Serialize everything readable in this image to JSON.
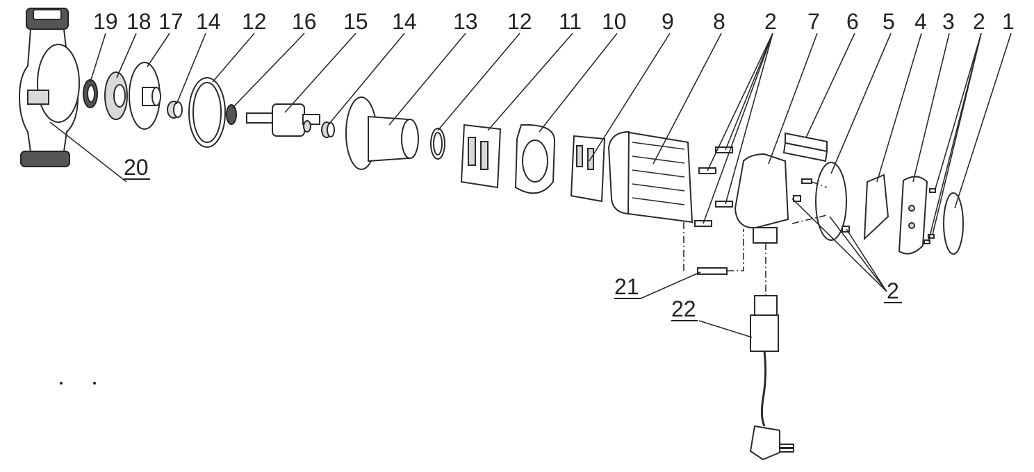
{
  "callouts": {
    "c1": "1",
    "c2a": "2",
    "c2b": "2",
    "c2c": "2",
    "c3": "3",
    "c4": "4",
    "c5": "5",
    "c6": "6",
    "c7": "7",
    "c8": "8",
    "c9": "9",
    "c10": "10",
    "c11": "11",
    "c12a": "12",
    "c12b": "12",
    "c13": "13",
    "c14a": "14",
    "c14b": "14",
    "c15": "15",
    "c16": "16",
    "c17": "17",
    "c18": "18",
    "c19": "19",
    "c20": "20",
    "c21": "21",
    "c22": "22"
  }
}
